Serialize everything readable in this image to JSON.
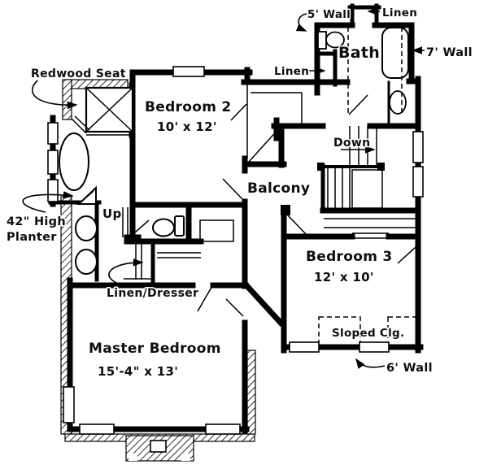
{
  "document": {
    "type": "architectural-floor-plan",
    "style": "black-line drawing on white",
    "ink_color": "#000000",
    "background_color": "#ffffff"
  },
  "rooms": [
    {
      "id": "bedroom-2",
      "name": "Bedroom 2",
      "dims": "10' x 12'"
    },
    {
      "id": "bath",
      "name": "Bath"
    },
    {
      "id": "balcony",
      "name": "Balcony"
    },
    {
      "id": "bedroom-3",
      "name": "Bedroom 3",
      "dims": "12' x 10'"
    },
    {
      "id": "master-bedroom",
      "name": "Master Bedroom",
      "dims": "15'-4\" x 13'"
    }
  ],
  "annotations": {
    "redwood_seat": "Redwood Seat",
    "wall_5": "5' Wall",
    "linen_top": "Linen",
    "wall_7": "7' Wall",
    "linen_bath": "Linen",
    "down": "Down",
    "up": "Up",
    "planter_line1": "42\" High",
    "planter_line2": "Planter",
    "linen_dresser": "Linen/Dresser",
    "sloped_clg": "Sloped Clg.",
    "wall_6": "6' Wall"
  },
  "fixtures": [
    "window-seat",
    "garden-tub",
    "corner-planter",
    "planter-pots",
    "toilet",
    "bath-toilet",
    "bathtub",
    "vanity-sink",
    "linen-closet",
    "dresser",
    "staircase",
    "chimney",
    "windows"
  ]
}
